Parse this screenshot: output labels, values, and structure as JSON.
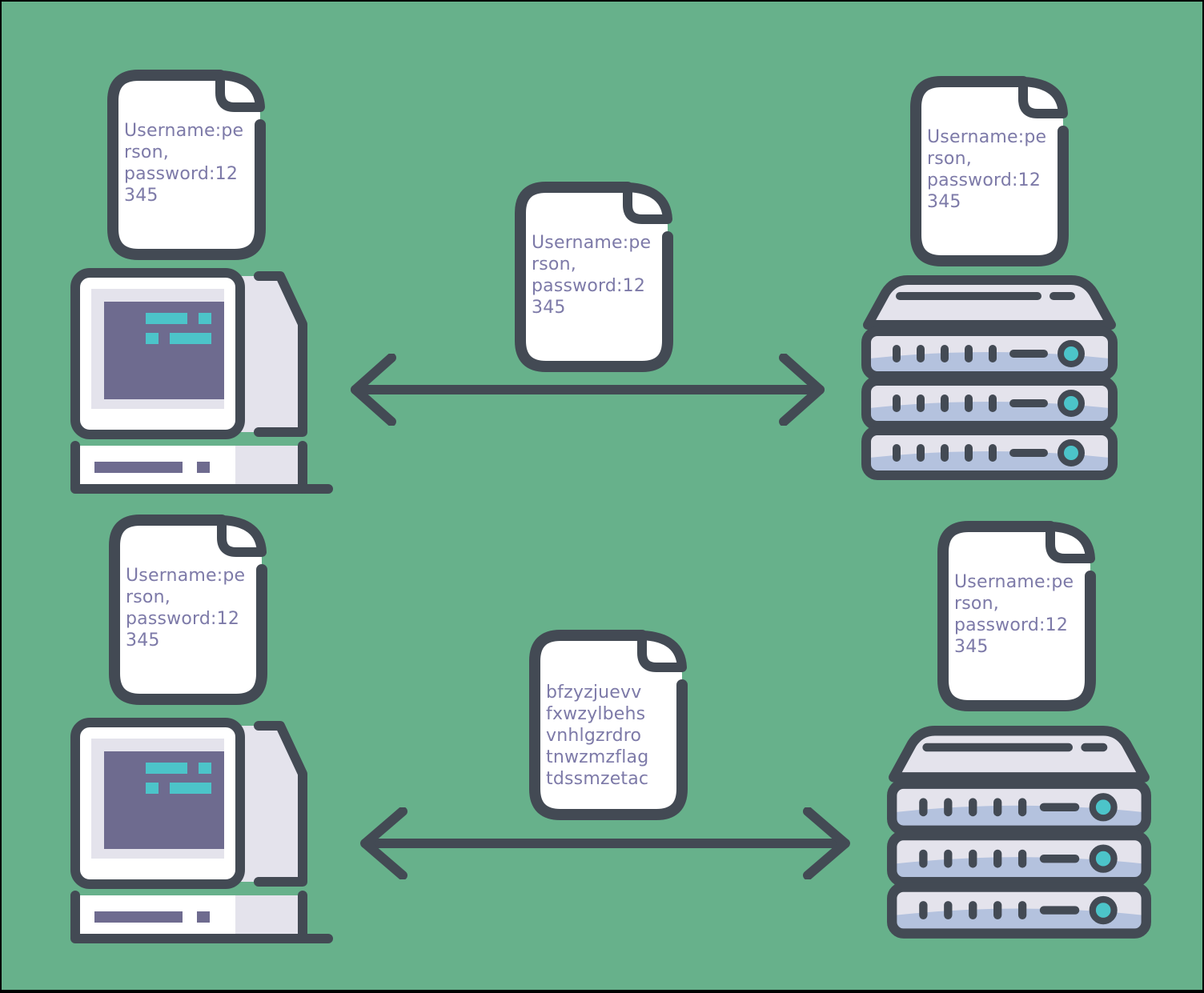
{
  "colors": {
    "background": "#67b18b",
    "outline": "#434a54",
    "doc_paper": "#ffffff",
    "doc_text": "#7d7aa8",
    "screen": "#6e6b8f",
    "screen_text": "#4cc4c9",
    "casing": "#e4e3ec",
    "server_stripe": "#b4c2de"
  },
  "top_row": {
    "client_document": "Username:pe\nrson,\npassword:12\n345",
    "transit_document": "Username:pe\nrson,\npassword:12\n345",
    "server_document": "Username:pe\nrson,\npassword:12\n345"
  },
  "bottom_row": {
    "client_document": "Username:pe\nrson,\npassword:12\n345",
    "transit_document": "bfzyzjuevv\nfxwzylbehs\nvnhlgzrdro\ntnwzmzflag\ntdssmzetac",
    "server_document": "Username:pe\nrson,\npassword:12\n345"
  },
  "icons": [
    "document-icon",
    "computer-icon",
    "server-icon",
    "double-arrow-icon"
  ]
}
